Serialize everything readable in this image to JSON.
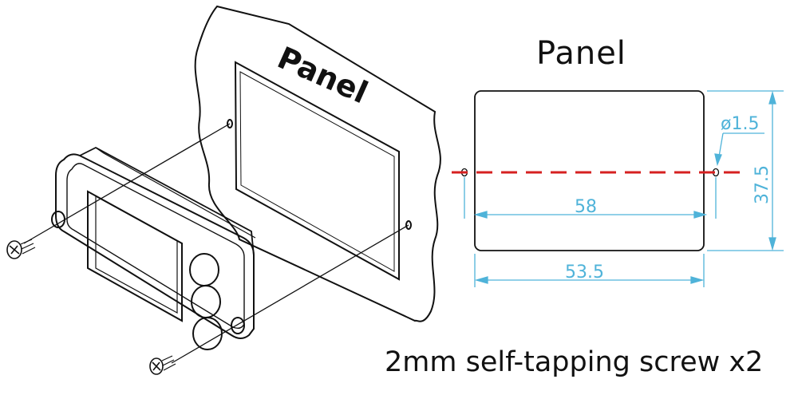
{
  "drawing": {
    "left_label": "Panel",
    "right_title": "Panel",
    "caption": "2mm self-tapping screw x2",
    "dimensions": {
      "hole_diameter": "ø1.5",
      "hole_spacing": "58",
      "cutout_width": "53.5",
      "cutout_height": "37.5"
    }
  },
  "colors": {
    "line": "#111111",
    "dimension": "#4fb3d9",
    "centerline": "#d62020"
  }
}
